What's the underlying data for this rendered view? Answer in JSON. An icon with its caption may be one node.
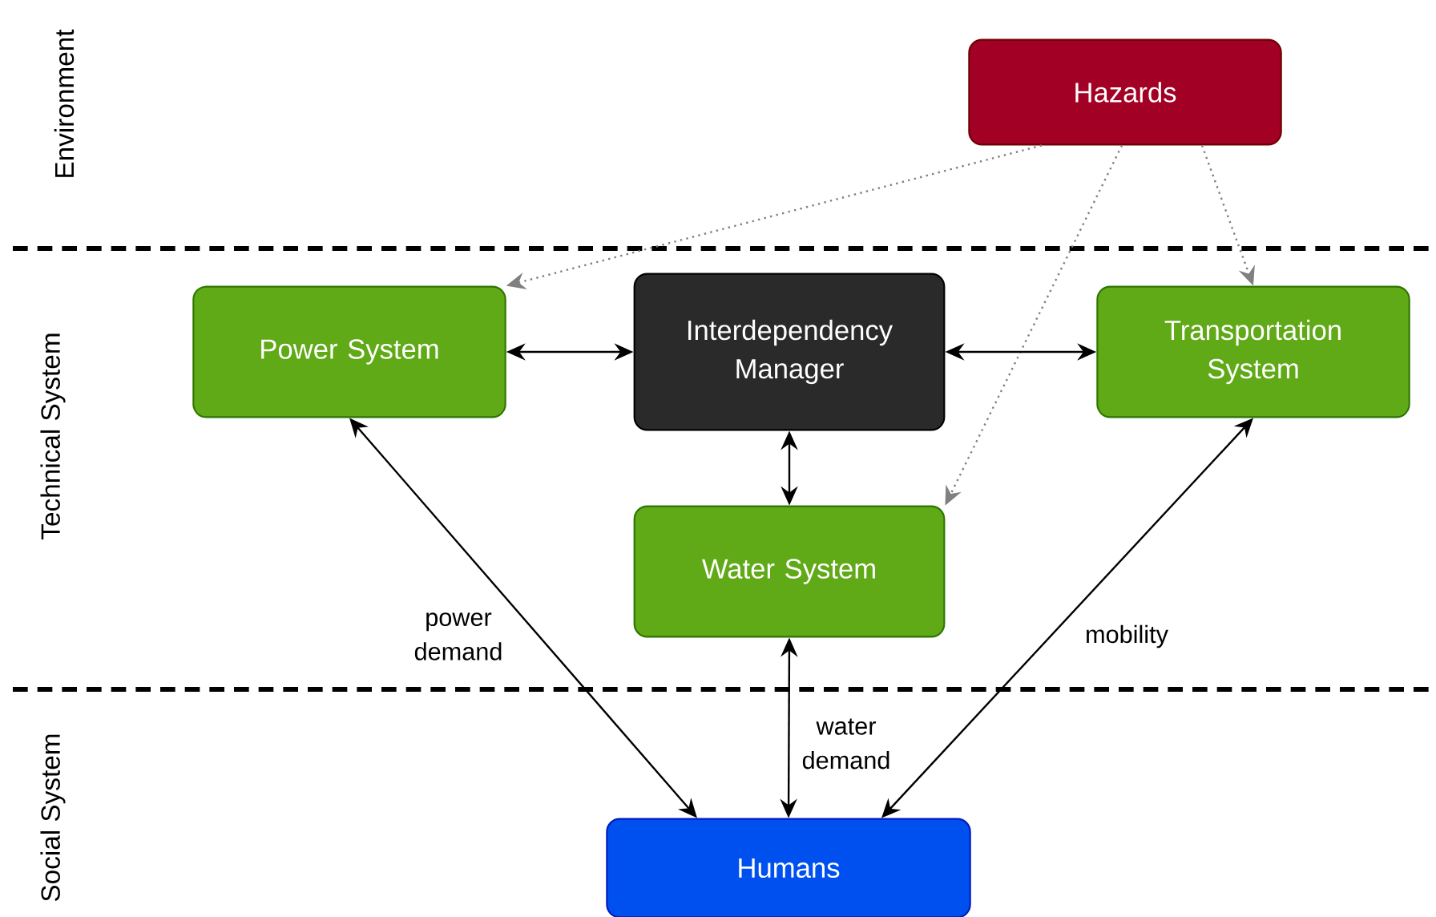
{
  "diagram": {
    "nodes": [
      {
        "text": [
          "Hazards"
        ]
      },
      {
        "text": [
          "Power System"
        ]
      },
      {
        "text": [
          "Interdependency Manager"
        ]
      },
      {
        "text": [
          "Transportation System"
        ]
      },
      {
        "text": [
          "Water System"
        ]
      },
      {
        "text": [
          "Humans"
        ]
      }
    ],
    "edges": [
      {
        "from": 0,
        "to": 1,
        "arrow": "to",
        "style": "dashed",
        "color": "#808080"
      },
      {
        "from": 0,
        "to": 4,
        "arrow": "to",
        "style": "dashed",
        "color": "#808080"
      },
      {
        "from": 0,
        "to": 3,
        "arrow": "to",
        "style": "dashed",
        "color": "#808080"
      },
      {
        "from": 1,
        "to": 2,
        "arrow": "both"
      },
      {
        "from": 2,
        "to": 3,
        "arrow": "both"
      },
      {
        "from": 2,
        "to": 4,
        "arrow": "both"
      },
      {
        "from": 1,
        "to": 5,
        "arrow": "both",
        "label": "power demand"
      },
      {
        "from": 4,
        "to": 5,
        "arrow": "both",
        "label": "water demand"
      },
      {
        "from": 3,
        "to": 5,
        "arrow": "both",
        "label": "mobility"
      }
    ],
    "labels": [
      "Environment",
      "Technical System",
      "Social System"
    ]
  }
}
